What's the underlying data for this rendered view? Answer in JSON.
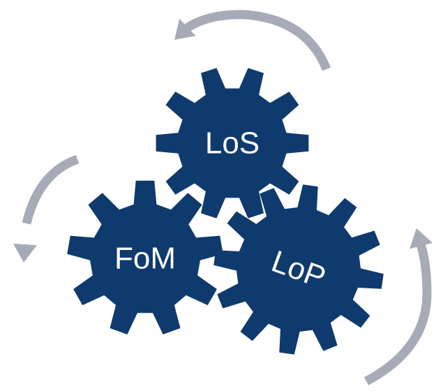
{
  "colors": {
    "gear": "#0f3a6e",
    "arrow": "#a7abb7",
    "label": "#ffffff",
    "background": "#ffffff"
  },
  "gears": [
    {
      "name": "gear-los",
      "label": "LoS"
    },
    {
      "name": "gear-fom",
      "label": "FoM"
    },
    {
      "name": "gear-lop",
      "label": "LoP"
    }
  ],
  "arrows": [
    {
      "name": "arrow-top",
      "direction": "counter-clockwise"
    },
    {
      "name": "arrow-left",
      "direction": "counter-clockwise"
    },
    {
      "name": "arrow-right",
      "direction": "counter-clockwise"
    }
  ]
}
